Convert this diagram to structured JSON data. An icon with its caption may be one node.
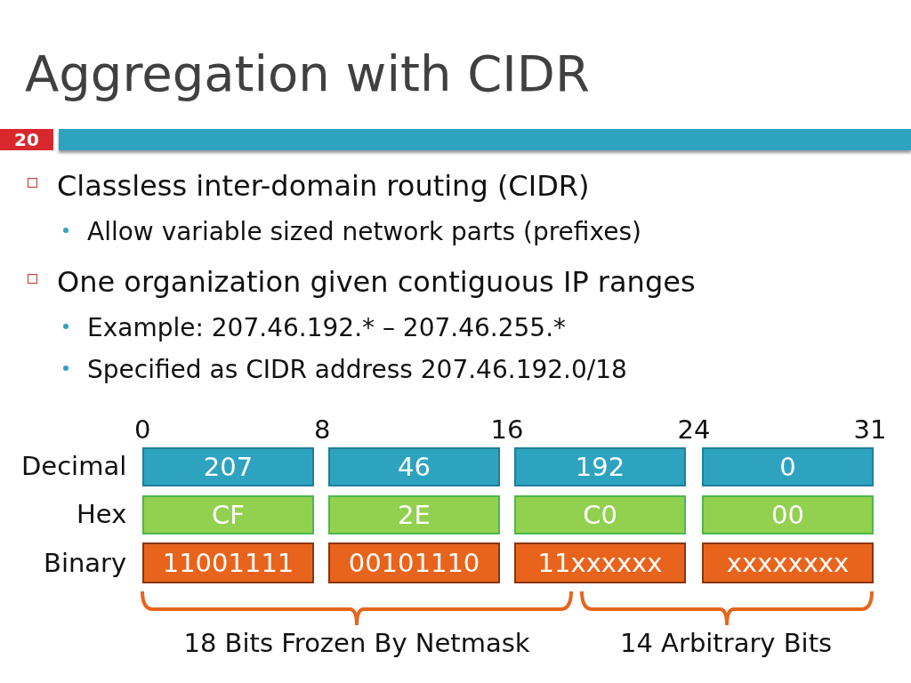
{
  "diagram": {
    "title": "Aggregation with CIDR",
    "nodes": [
      {
        "text": [
          "207"
        ]
      },
      {
        "text": [
          "46"
        ]
      },
      {
        "text": [
          "192"
        ]
      },
      {
        "text": [
          "0"
        ]
      },
      {
        "text": [
          "CF"
        ]
      },
      {
        "text": [
          "2E"
        ]
      },
      {
        "text": [
          "C0"
        ]
      },
      {
        "text": [
          "00"
        ]
      },
      {
        "text": [
          "11001111"
        ]
      },
      {
        "text": [
          "00101110"
        ]
      },
      {
        "text": [
          "11xxxxxx"
        ]
      },
      {
        "text": [
          "xxxxxxxx"
        ]
      }
    ],
    "edges": [],
    "labels": [
      "20",
      "Classless inter-domain routing (CIDR)",
      "Allow variable sized network parts (prefixes)",
      "One organization given contiguous IP ranges",
      "Example: 207.46.192.* – 207.46.255.*",
      "Specified as CIDR address 207.46.192.0/18",
      "0",
      "8",
      "16",
      "24",
      "31",
      "Decimal",
      "Hex",
      "Binary",
      "18 Bits Frozen By Netmask",
      "14 Arbitrary Bits"
    ]
  }
}
